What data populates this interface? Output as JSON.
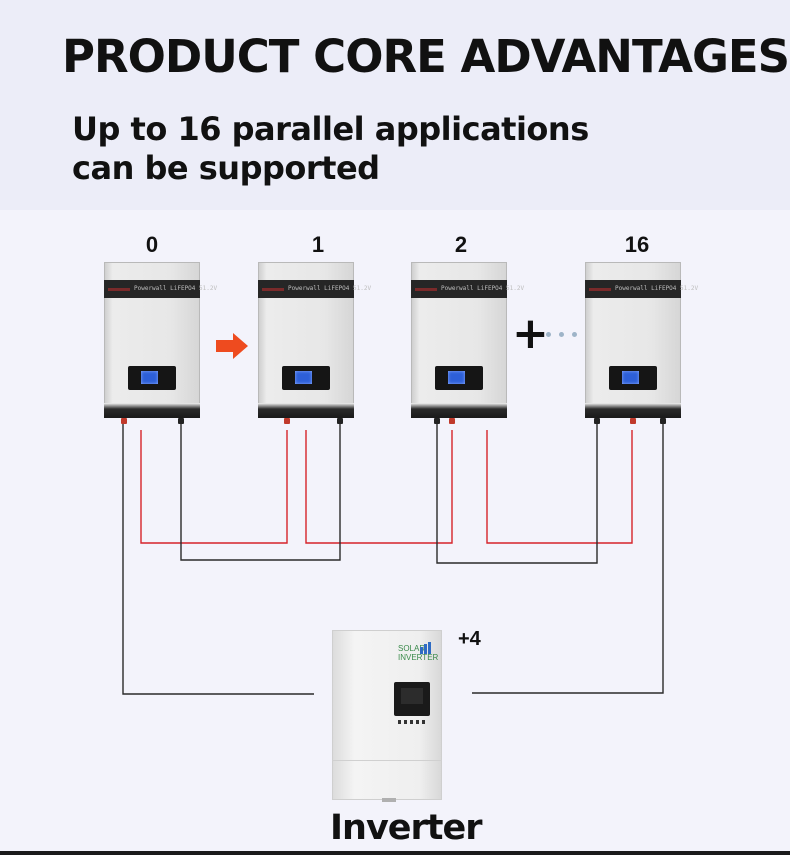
{
  "header": {
    "title": "PRODUCT CORE ADVANTAGES",
    "subtitle_line1": "Up to 16 parallel applications",
    "subtitle_line2": "can be supported"
  },
  "batteries": [
    {
      "index_label": "0",
      "band_text": "Powerwall  LiFEPO4 51.2V"
    },
    {
      "index_label": "1",
      "band_text": "Powerwall  LiFEPO4 51.2V"
    },
    {
      "index_label": "2",
      "band_text": "Powerwall  LiFEPO4 51.2V"
    },
    {
      "index_label": "16",
      "band_text": "Powerwall  LiFEPO4 51.2V"
    }
  ],
  "inverter": {
    "brand_line1": "SOLAR",
    "brand_line2": "INVERTER",
    "quantity_badge": "+4",
    "caption": "Inverter"
  },
  "colors": {
    "positive_wire": "#d6232a",
    "negative_wire": "#2a2a2a",
    "arrow": "#ee4b1f",
    "background": "#ecedf8"
  },
  "icons": [
    "right-arrow-icon",
    "plus-icon",
    "ellipsis-dots-icon",
    "solar-logo-icon"
  ]
}
